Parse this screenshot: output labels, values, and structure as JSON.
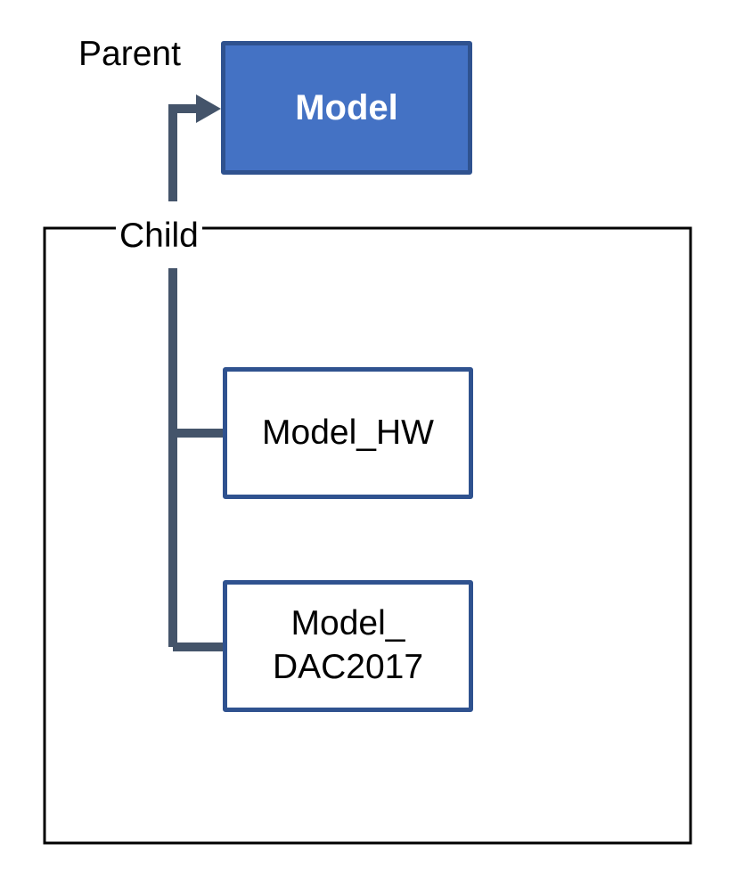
{
  "labels": {
    "parent": "Parent",
    "child": "Child"
  },
  "nodes": {
    "model": "Model",
    "model_hw": "Model_HW",
    "model_dac_line1": "Model_",
    "model_dac_line2": "DAC2017"
  },
  "colors": {
    "model_fill": "#4472C4",
    "node_border": "#2F528F",
    "connector": "#44546A",
    "group_border": "#000000"
  }
}
